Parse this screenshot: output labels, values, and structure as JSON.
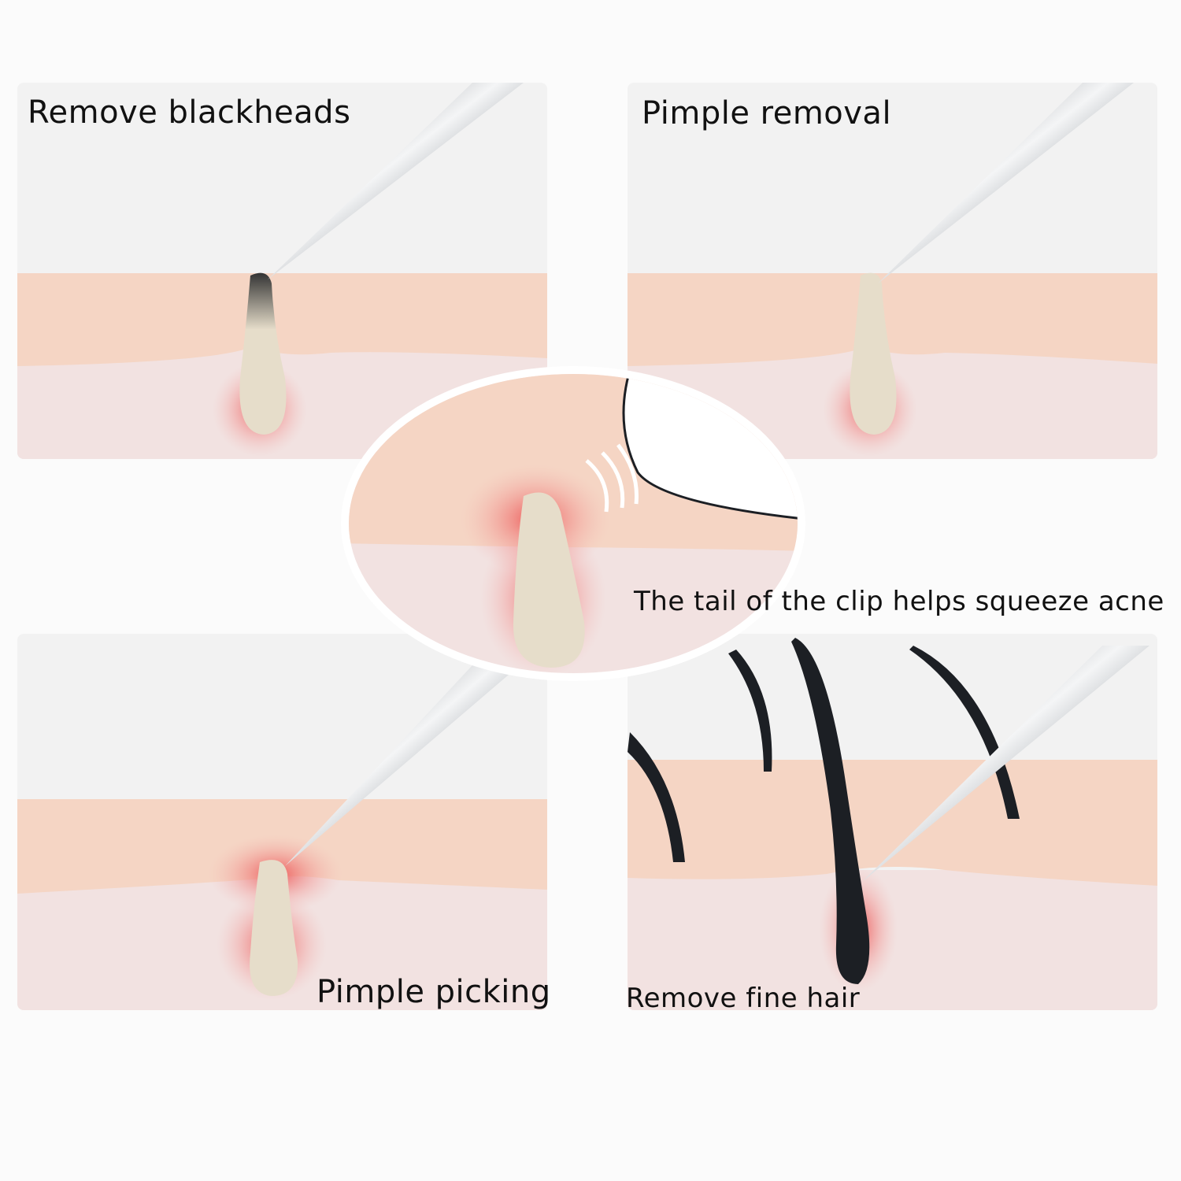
{
  "panels": [
    {
      "id": "top-left",
      "title": "Remove blackheads"
    },
    {
      "id": "top-right",
      "title": "Pimple removal"
    },
    {
      "id": "bottom-left",
      "title": "Pimple picking"
    },
    {
      "id": "bottom-right",
      "title": "Remove fine hair"
    }
  ],
  "center": {
    "caption": "The tail of the clip helps squeeze acne"
  },
  "colors": {
    "panel_bg": "#f2f2f2",
    "epidermis": "#f5d5c4",
    "dermis": "#f2e2e1",
    "pimple": "#e6ddca",
    "inflammation": "#ec5a5a",
    "hair": "#1c1f24",
    "tool_steel": "#9aa0a6"
  }
}
